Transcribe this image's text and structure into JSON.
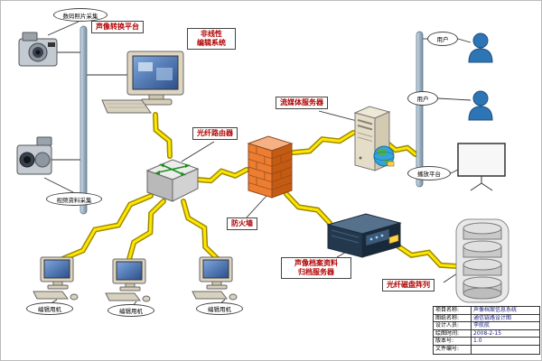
{
  "colors": {
    "lightning_yellow": "#ffe600",
    "lightning_outline": "#9c8a00",
    "firewall_orange": "#ed7d31",
    "label_red": "#b00000",
    "person_blue": "#2e75b6"
  },
  "labels": {
    "photo_capture": "数码照片采集",
    "av_platform": "声像转换平台",
    "nle_line1": "非线性",
    "nle_line2": "编辑系统",
    "video_capture": "视频资料采集",
    "fiber_router": "光纤路由器",
    "firewall": "防火墙",
    "streaming_server": "流媒体服务器",
    "user_top": "用户",
    "user_bottom": "用户",
    "play_platform": "播放平台",
    "archive_line1": "声像档案资料",
    "archive_line2": "归档服务器",
    "disk_array": "光纤磁盘阵列",
    "edit_pc": "编辑用机"
  },
  "title_block": {
    "rows": [
      {
        "label": "项目名称:",
        "value": "声像档案信息系统"
      },
      {
        "label": "图纸名称:",
        "value": "通信链路设计图"
      },
      {
        "label": "设计人员:",
        "value": "李航航"
      },
      {
        "label": "绘图时间:",
        "value": "2008-2-15"
      },
      {
        "label": "版本号:",
        "value": "1.0"
      },
      {
        "label": "文件编号:",
        "value": ""
      }
    ]
  }
}
